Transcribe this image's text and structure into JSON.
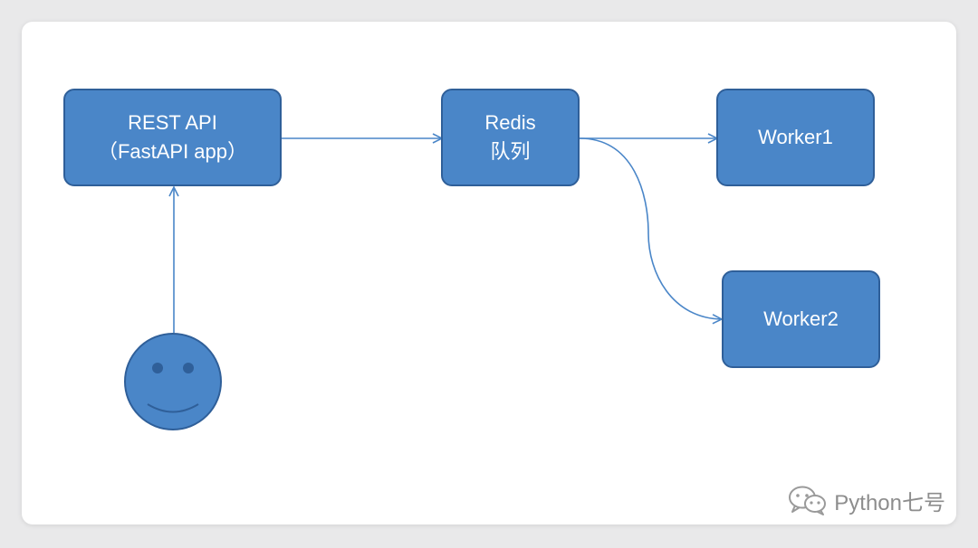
{
  "diagram": {
    "nodes": {
      "rest_api": {
        "line1": "REST API",
        "line2": "（FastAPI app）"
      },
      "redis": {
        "line1": "Redis",
        "line2": "队列"
      },
      "worker1": {
        "label": "Worker1"
      },
      "worker2": {
        "label": "Worker2"
      }
    },
    "user": {
      "icon": "smiley-face-icon"
    },
    "edges": [
      {
        "from": "user",
        "to": "rest_api"
      },
      {
        "from": "rest_api",
        "to": "redis"
      },
      {
        "from": "redis",
        "to": "worker1"
      },
      {
        "from": "redis",
        "to": "worker2"
      }
    ]
  },
  "watermark": {
    "text": "Python七号",
    "icon": "wechat-icon"
  },
  "colors": {
    "node_fill": "#4a86c8",
    "node_border": "#2f5f99",
    "edge": "#4a86c8",
    "background": "#ffffff"
  }
}
